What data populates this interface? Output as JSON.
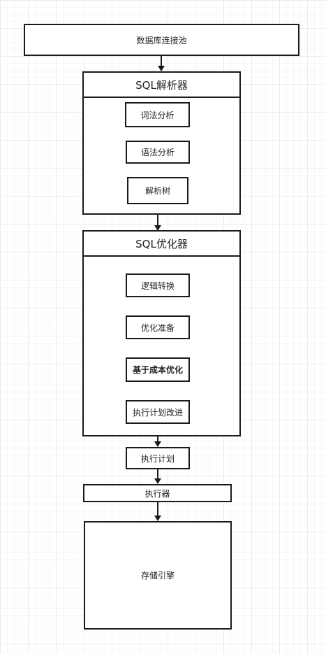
{
  "nodes": {
    "pool": "数据库连接池",
    "parser": {
      "title": "SQL解析器",
      "lexical": "词法分析",
      "syntax": "语法分析",
      "tree": "解析树"
    },
    "optimizer": {
      "title": "SQL优化器",
      "logical": "逻辑转换",
      "prepare": "优化准备",
      "cost": "基于成本优化",
      "improve": "执行计划改进"
    },
    "plan": "执行计划",
    "executor": "执行器",
    "storage": "存储引擎"
  }
}
